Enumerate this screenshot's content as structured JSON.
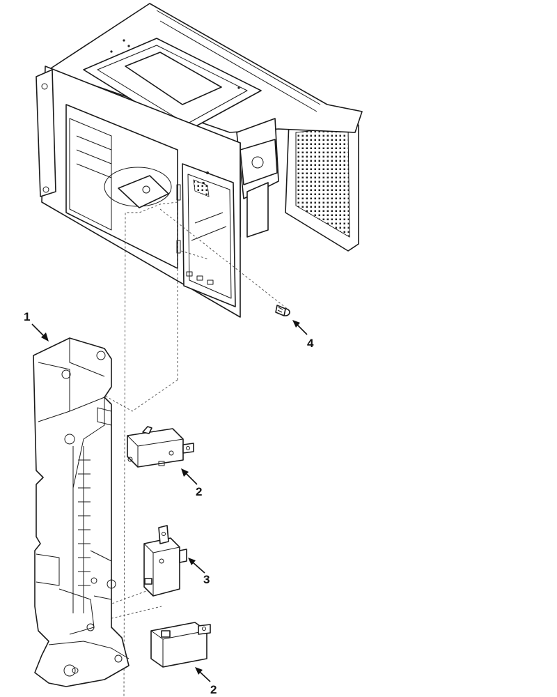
{
  "callouts": [
    {
      "id": "1",
      "label": "1",
      "part": "latch-board"
    },
    {
      "id": "2a",
      "label": "2",
      "part": "micro-switch-upper"
    },
    {
      "id": "3",
      "label": "3",
      "part": "micro-switch-middle"
    },
    {
      "id": "2b",
      "label": "2",
      "part": "micro-switch-lower"
    },
    {
      "id": "4",
      "label": "4",
      "part": "screw"
    }
  ]
}
